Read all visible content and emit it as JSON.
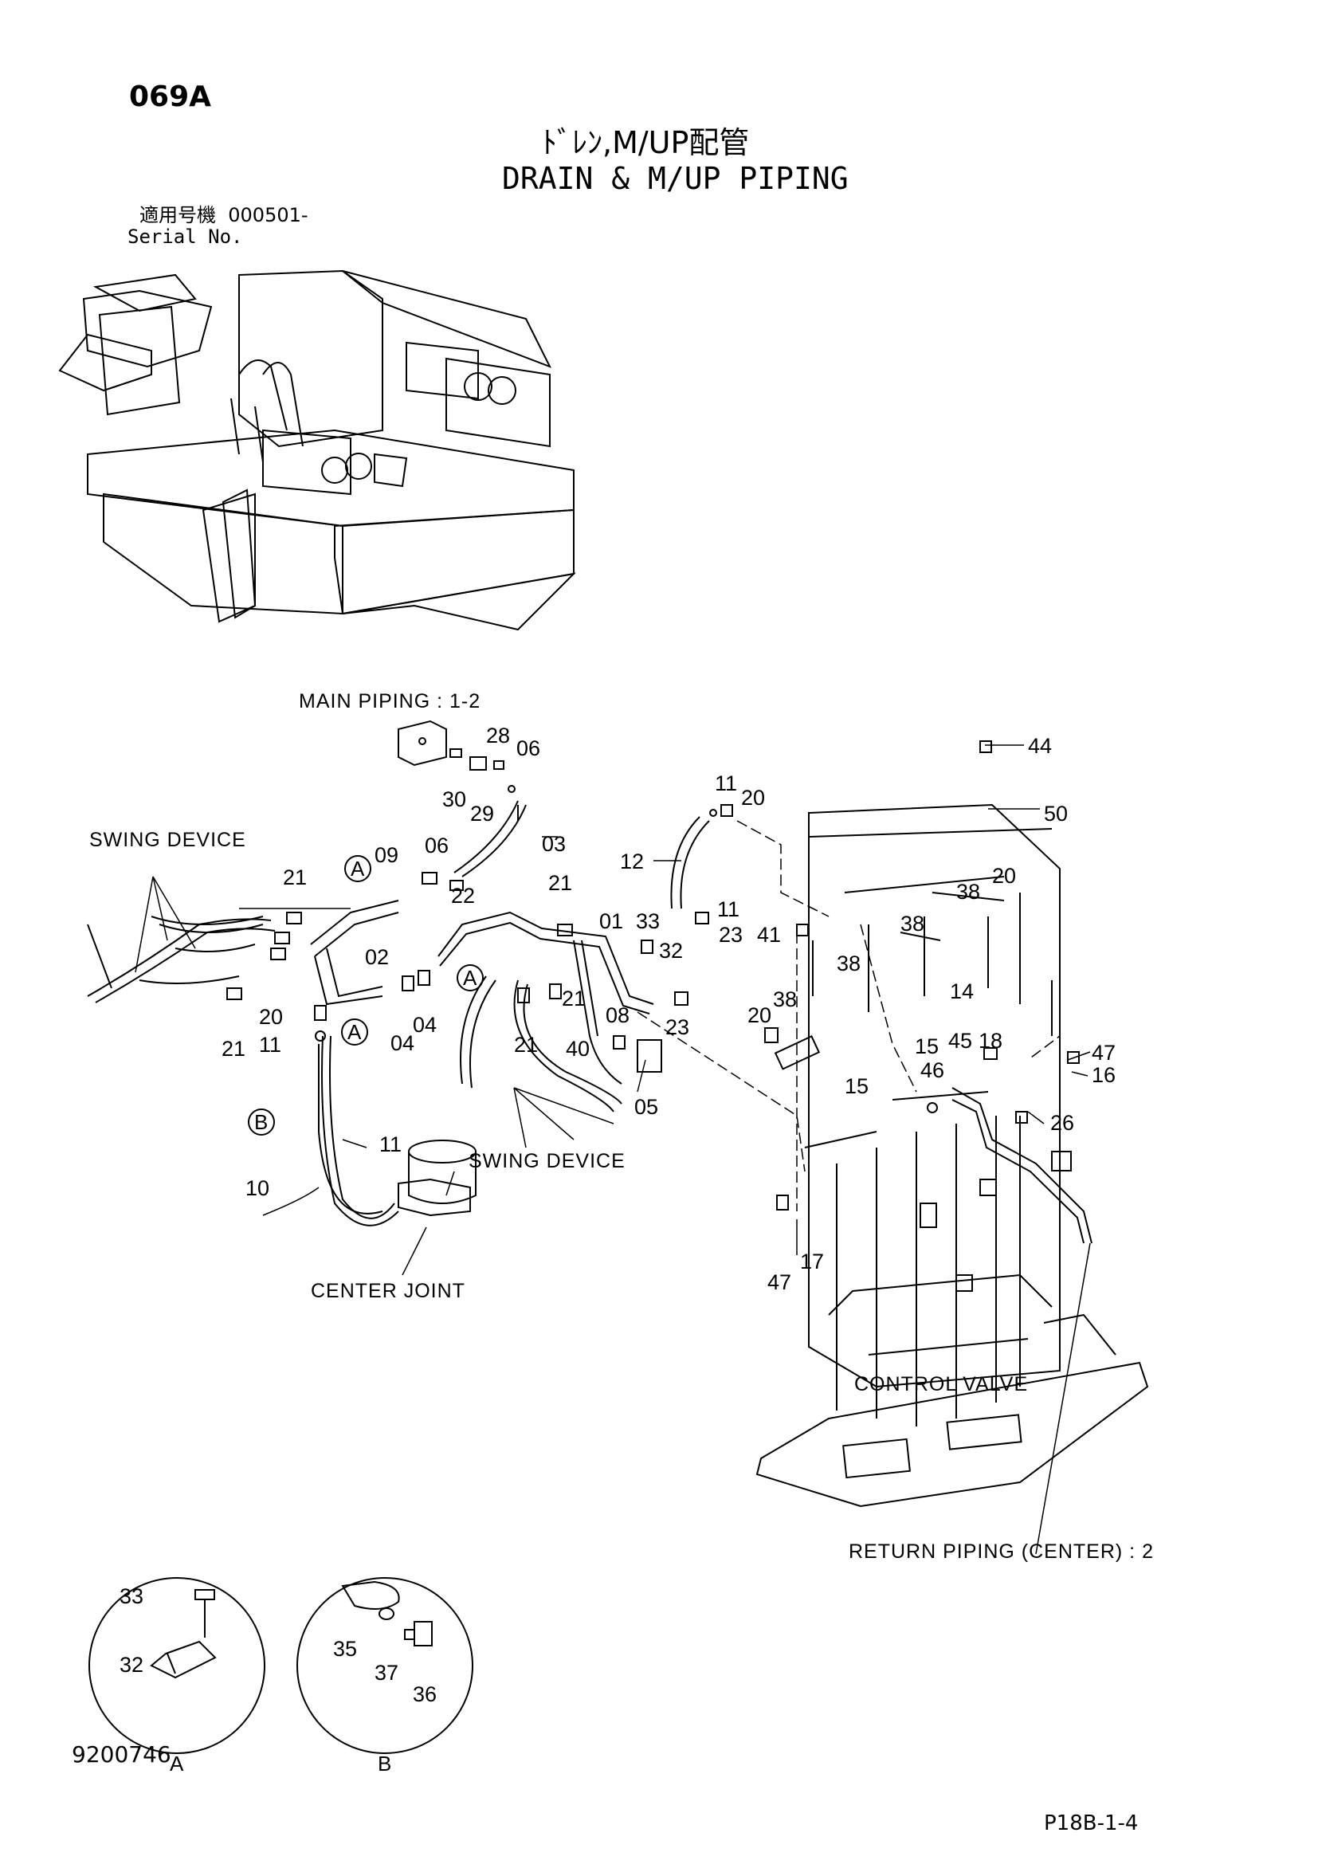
{
  "header": {
    "page_code": "069A",
    "title_jp": "ﾄﾞﾚﾝ,M/UP配管",
    "title_en": "DRAIN & M/UP PIPING",
    "serial_label_jp": "適用号機",
    "serial_value": "000501-",
    "serial_label_en": "Serial No."
  },
  "callouts": {
    "main_piping": "MAIN PIPING : 1-2",
    "swing_device_1": "SWING DEVICE",
    "swing_device_2": "SWING DEVICE",
    "center_joint": "CENTER JOINT",
    "control_valve": "CONTROL VALVE",
    "return_piping": "RETURN PIPING (CENTER) : 2"
  },
  "part_numbers": {
    "p44": "44",
    "p50": "50",
    "p28": "28",
    "p06a": "06",
    "p30": "30",
    "p29": "29",
    "p09": "09",
    "p06b": "06",
    "p03": "03",
    "p22": "22",
    "p11a": "11",
    "p20a": "20",
    "p12": "12",
    "p21a": "21",
    "p21b": "21",
    "p01": "01",
    "p33a": "33",
    "p11b": "11",
    "p23a": "23",
    "p32a": "32",
    "p41": "41",
    "p38a": "38",
    "p38b": "38",
    "p38c": "38",
    "p38d": "38",
    "p20b": "20",
    "p02": "02",
    "p04a": "04",
    "p04b": "04",
    "p21c": "21",
    "p21d": "21",
    "p08": "08",
    "p23b": "23",
    "p14": "14",
    "p20c": "20",
    "p20d": "20",
    "p11c": "11",
    "p21e": "21",
    "p40": "40",
    "p05": "05",
    "p15a": "15",
    "p15b": "15",
    "p45": "45",
    "p18": "18",
    "p46": "46",
    "p47a": "47",
    "p16": "16",
    "p26": "26",
    "p11d": "11",
    "p10": "10",
    "p47b": "47",
    "p17": "17",
    "p33b": "33",
    "p32b": "32",
    "p35": "35",
    "p37": "37",
    "p36": "36"
  },
  "markers": {
    "a1": "A",
    "a2": "A",
    "a3": "A",
    "b1": "B"
  },
  "details": {
    "detail_a": "A",
    "detail_b": "B"
  },
  "footer": {
    "drawing_no": "9200746",
    "page_ref": "P18B-1-4"
  }
}
